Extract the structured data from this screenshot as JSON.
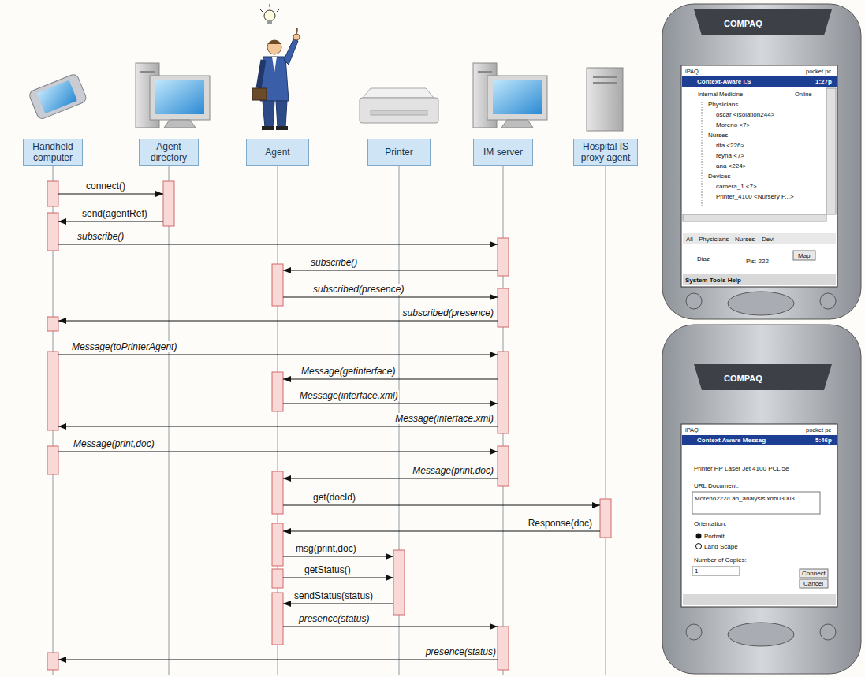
{
  "diagram": {
    "nodes": [
      {
        "text": [
          "Handheld computer"
        ]
      },
      {
        "text": [
          "Agent directory"
        ]
      },
      {
        "text": [
          "Agent"
        ]
      },
      {
        "text": [
          "Printer"
        ]
      },
      {
        "text": [
          "IM server"
        ]
      },
      {
        "text": [
          "Hospital IS proxy agent"
        ]
      }
    ],
    "edges": [
      {
        "from": 0,
        "to": 1,
        "arrow": "to",
        "label": "connect()"
      },
      {
        "from": 1,
        "to": 0,
        "arrow": "to",
        "label": "send(agentRef)"
      },
      {
        "from": 0,
        "to": 4,
        "arrow": "to",
        "label": "subscribe()"
      },
      {
        "from": 4,
        "to": 2,
        "arrow": "to",
        "label": "subscribe()"
      },
      {
        "from": 2,
        "to": 4,
        "arrow": "to",
        "label": "subscribed(presence)"
      },
      {
        "from": 4,
        "to": 0,
        "arrow": "to",
        "label": "subscribed(presence)"
      },
      {
        "from": 0,
        "to": 4,
        "arrow": "to",
        "label": "Message(toPrinterAgent)"
      },
      {
        "from": 4,
        "to": 2,
        "arrow": "to",
        "label": "Message(getinterface)"
      },
      {
        "from": 2,
        "to": 4,
        "arrow": "to",
        "label": "Message(interface.xml)"
      },
      {
        "from": 4,
        "to": 0,
        "arrow": "to",
        "label": "Message(interface.xml)"
      },
      {
        "from": 0,
        "to": 4,
        "arrow": "to",
        "label": "Message(print,doc)"
      },
      {
        "from": 4,
        "to": 2,
        "arrow": "to",
        "label": "Message(print,doc)"
      },
      {
        "from": 2,
        "to": 5,
        "arrow": "to",
        "label": "get(docId)"
      },
      {
        "from": 5,
        "to": 2,
        "arrow": "to",
        "label": "Response(doc)"
      },
      {
        "from": 2,
        "to": 3,
        "arrow": "to",
        "label": "msg(print,doc)"
      },
      {
        "from": 2,
        "to": 3,
        "arrow": "to",
        "label": "getStatus()"
      },
      {
        "from": 3,
        "to": 2,
        "arrow": "to",
        "label": "sendStatus(status)"
      },
      {
        "from": 2,
        "to": 4,
        "arrow": "to",
        "label": "presence(status)"
      },
      {
        "from": 4,
        "to": 0,
        "arrow": "to",
        "label": "presence(status)"
      }
    ],
    "labels": [
      "COMPAQ",
      "iPAQ",
      "pocket pc",
      "Context-Aware I.S",
      "1:27p",
      "Internal Medicine",
      "Online",
      "Physicians",
      "oscar <Isolation244>",
      "Moreno <7>",
      "Nurses",
      "rita <226>",
      "reyna <7>",
      "ana <224>",
      "Devices",
      "camera_1 <7>",
      "Printer_4100 <Nursery P...>",
      "All",
      "Physicians",
      "Nurses",
      "Devi",
      "Map",
      "Diaz",
      "Pis: 222",
      "System Tools Help",
      "COMPAQ",
      "iPAQ",
      "pocket pc",
      "Context Aware Messag",
      "5:46p",
      "Printer HP Laser Jet 4100 PCL 5e",
      "URL Document:",
      "Moreno222/Lab_analysis.xdb03003",
      "Orientation:",
      "Portrait",
      "Land Scape",
      "Number of Copies:",
      "1",
      "Connect",
      "Cancel"
    ]
  }
}
